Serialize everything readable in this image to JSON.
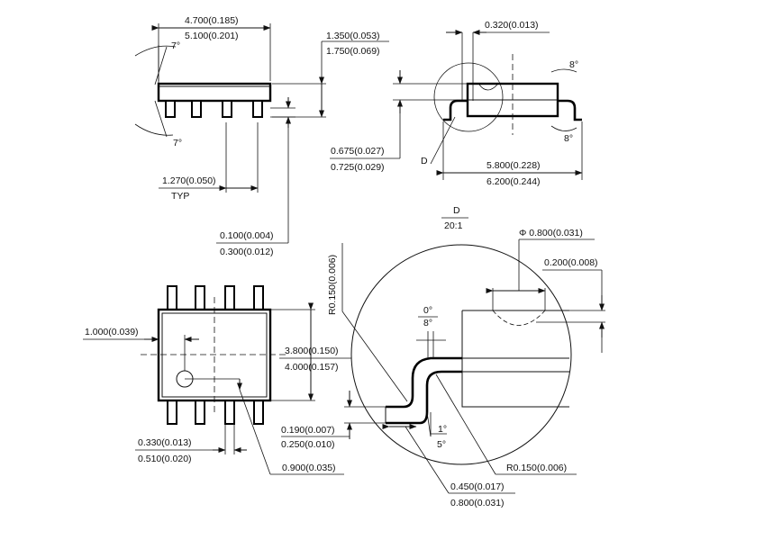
{
  "side_view": {
    "width_top": "4.700(0.185)",
    "width_bottom": "5.100(0.201)",
    "angle_top": "7°",
    "angle_bottom": "7°",
    "height_top": "1.350(0.053)",
    "height_bottom": "1.750(0.069)",
    "pitch": "1.270(0.050)",
    "pitch_note": "TYP",
    "standoff_top": "0.100(0.004)",
    "standoff_bottom": "0.300(0.012)"
  },
  "end_view": {
    "lead_thickness": "0.320(0.013)",
    "angle_top": "8°",
    "angle_bottom": "8°",
    "body_height_top": "0.675(0.027)",
    "body_height_bottom": "0.725(0.029)",
    "detail_label": "D",
    "overall_top": "5.800(0.228)",
    "overall_bottom": "6.200(0.244)"
  },
  "detail": {
    "title": "D",
    "scale": "20:1",
    "radius_left": "R0.150(0.006)",
    "diameter": "Φ 0.800(0.031)",
    "depth": "0.200(0.008)",
    "angle_a_top": "0°",
    "angle_a_bottom": "8°",
    "angle_b_top": "1°",
    "angle_b_bottom": "5°",
    "foot_top": "0.190(0.007)",
    "foot_bottom": "0.250(0.010)",
    "radius_right": "R0.150(0.006)",
    "lead_length_top": "0.450(0.017)",
    "lead_length_bottom": "0.800(0.031)"
  },
  "top_view": {
    "pin1_offset": "1.000(0.039)",
    "body_width_top": "3.800(0.150)",
    "body_width_bottom": "4.000(0.157)",
    "lead_width_top": "0.330(0.013)",
    "lead_width_bottom": "0.510(0.020)",
    "pin1_mark": "0.900(0.035)"
  }
}
